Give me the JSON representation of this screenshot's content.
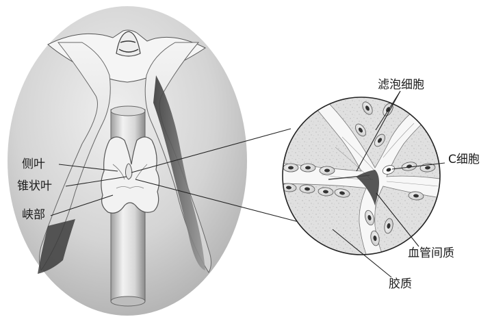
{
  "labels": {
    "lateral_lobe": "侧叶",
    "pyramidal_lobe": "锥状叶",
    "isthmus": "峡部",
    "follicular_cell": "滤泡细胞",
    "c_cell": "C细胞",
    "interstitium": "血管间质",
    "colloid": "胶质"
  },
  "colors": {
    "oval_fill": "#cfcfcf",
    "colloid_fill": "#e2e2e2",
    "line": "#333333"
  }
}
